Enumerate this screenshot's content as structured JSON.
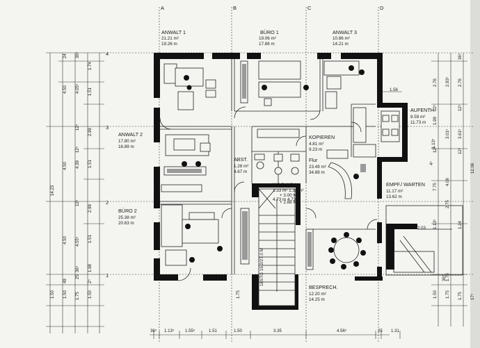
{
  "grid_axes": {
    "columns": [
      "A",
      "B",
      "C",
      "D"
    ],
    "rows": [
      "4",
      "3",
      "2",
      "1"
    ]
  },
  "rooms": [
    {
      "id": "anwalt1",
      "name": "ANWALT 1",
      "area1": "21.21 m²",
      "area2": "19.26 m"
    },
    {
      "id": "buero1",
      "name": "BÜRO 1",
      "area1": "19.06 m²",
      "area2": "17.86 m"
    },
    {
      "id": "anwalt3",
      "name": "ANWALT 3",
      "area1": "10.86 m²",
      "area2": "14.21 m"
    },
    {
      "id": "aufenth",
      "name": "AUFENTH.",
      "area1": "8.59 m²",
      "area2": "11.73 m"
    },
    {
      "id": "anwalt2",
      "name": "ANWALT 2",
      "area1": "17.80 m²",
      "area2": "16.89 m"
    },
    {
      "id": "kopieren",
      "name": "KOPIEREN",
      "area1": "4.81 m²",
      "area2": "9.23 m"
    },
    {
      "id": "abst",
      "name": "ABST.",
      "area1": "1.28 m²",
      "area2": "4.67 m"
    },
    {
      "id": "flur",
      "name": "Flur",
      "area1": "23.49 m²",
      "area2": "34.88 m"
    },
    {
      "id": "wc",
      "name": "WC-D  WC-H",
      "area1": "1.33 m²  1.33 m²",
      "area2": "4.73 m    4.73 m"
    },
    {
      "id": "empf",
      "name": "EMPF./ WARTEN",
      "area1": "11.17 m²",
      "area2": "13.62 m"
    },
    {
      "id": "buero2",
      "name": "BÜRO 2",
      "area1": "25.38 m²",
      "area2": "20.63 m"
    },
    {
      "id": "besprech",
      "name": "BESPRECH.",
      "area1": "12.20 m²",
      "area2": "14.25 m"
    }
  ],
  "stair": {
    "level_upper": "+ 3.00 M",
    "level_lower": "+ 2.88 M",
    "label": "18STG 16.2/27.0 M"
  },
  "dims_bottom": [
    "36⁵",
    "1.13⁵",
    "1.55⁵",
    "1.51",
    "1.50",
    "3.35",
    "4.56⁵",
    "25",
    "1.31"
  ],
  "dims_left_outer": [
    "14.23"
  ],
  "dims_left_mid": [
    "4.50",
    "4.50",
    "4.50"
  ],
  "dims_left_inner": [
    "1.74",
    "1.51",
    "2.99",
    "1.51",
    "2.99",
    "1.51",
    "1.98"
  ],
  "dims_left_b": [
    "4.05⁵",
    "4.39",
    "4.55⁵"
  ],
  "dims_left_misc": [
    "24",
    "36⁵",
    "12⁵",
    "12⁵",
    "12⁵",
    "25",
    "36⁵",
    "1.50",
    "1.50",
    "1.75",
    "1.50",
    "49",
    "2⁵"
  ],
  "dims_right_a": [
    "2.76",
    "2.93⁵",
    "12⁵",
    "1.99",
    "3.01⁵",
    "12⁵",
    "4.06",
    "1.13⁵",
    "1.50",
    "1.75"
  ],
  "dims_right_b": [
    "36⁵",
    "2.76",
    "12⁵",
    "3.61⁵",
    "12⁵",
    "7.75",
    "1.24",
    "1.75",
    "1.75",
    "2.75"
  ],
  "dims_right_far": [
    "12.06",
    "17⁵"
  ],
  "dims_inner": [
    "1.56",
    "1.75",
    "1.13⁵",
    "4⁵",
    "2.03",
    "36⁵"
  ]
}
